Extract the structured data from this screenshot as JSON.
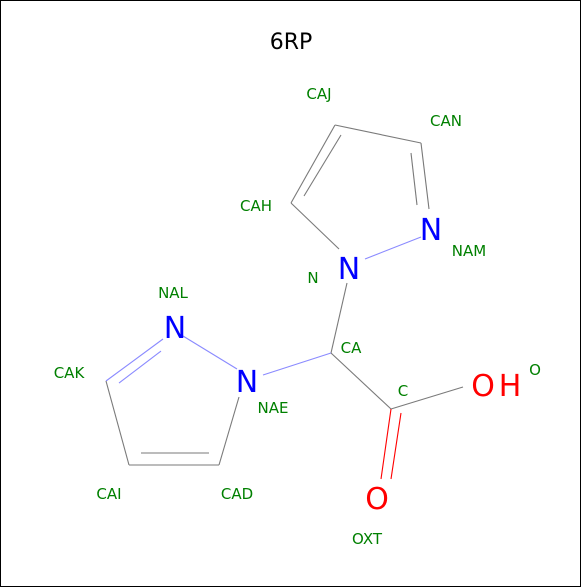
{
  "title": "6RP",
  "colors": {
    "carbon_bond": "#7a7a7a",
    "nitrogen": "#0000ff",
    "nitrogen_bond": "#8a8aff",
    "oxygen": "#ff0000",
    "label": "#008000",
    "title": "#000000"
  },
  "atom_names": {
    "caj": "CAJ",
    "can": "CAN",
    "cah": "CAH",
    "nam": "NAM",
    "n": "N",
    "nal": "NAL",
    "ca": "CA",
    "cak": "CAK",
    "nae": "NAE",
    "c": "C",
    "o": "O",
    "cai": "CAI",
    "cad": "CAD",
    "oxt": "OXT"
  },
  "elements": {
    "n_top": "N",
    "nam": "N",
    "nal": "N",
    "nae": "N",
    "oh_o": "O",
    "oh_h": "H",
    "oxt": "O"
  }
}
